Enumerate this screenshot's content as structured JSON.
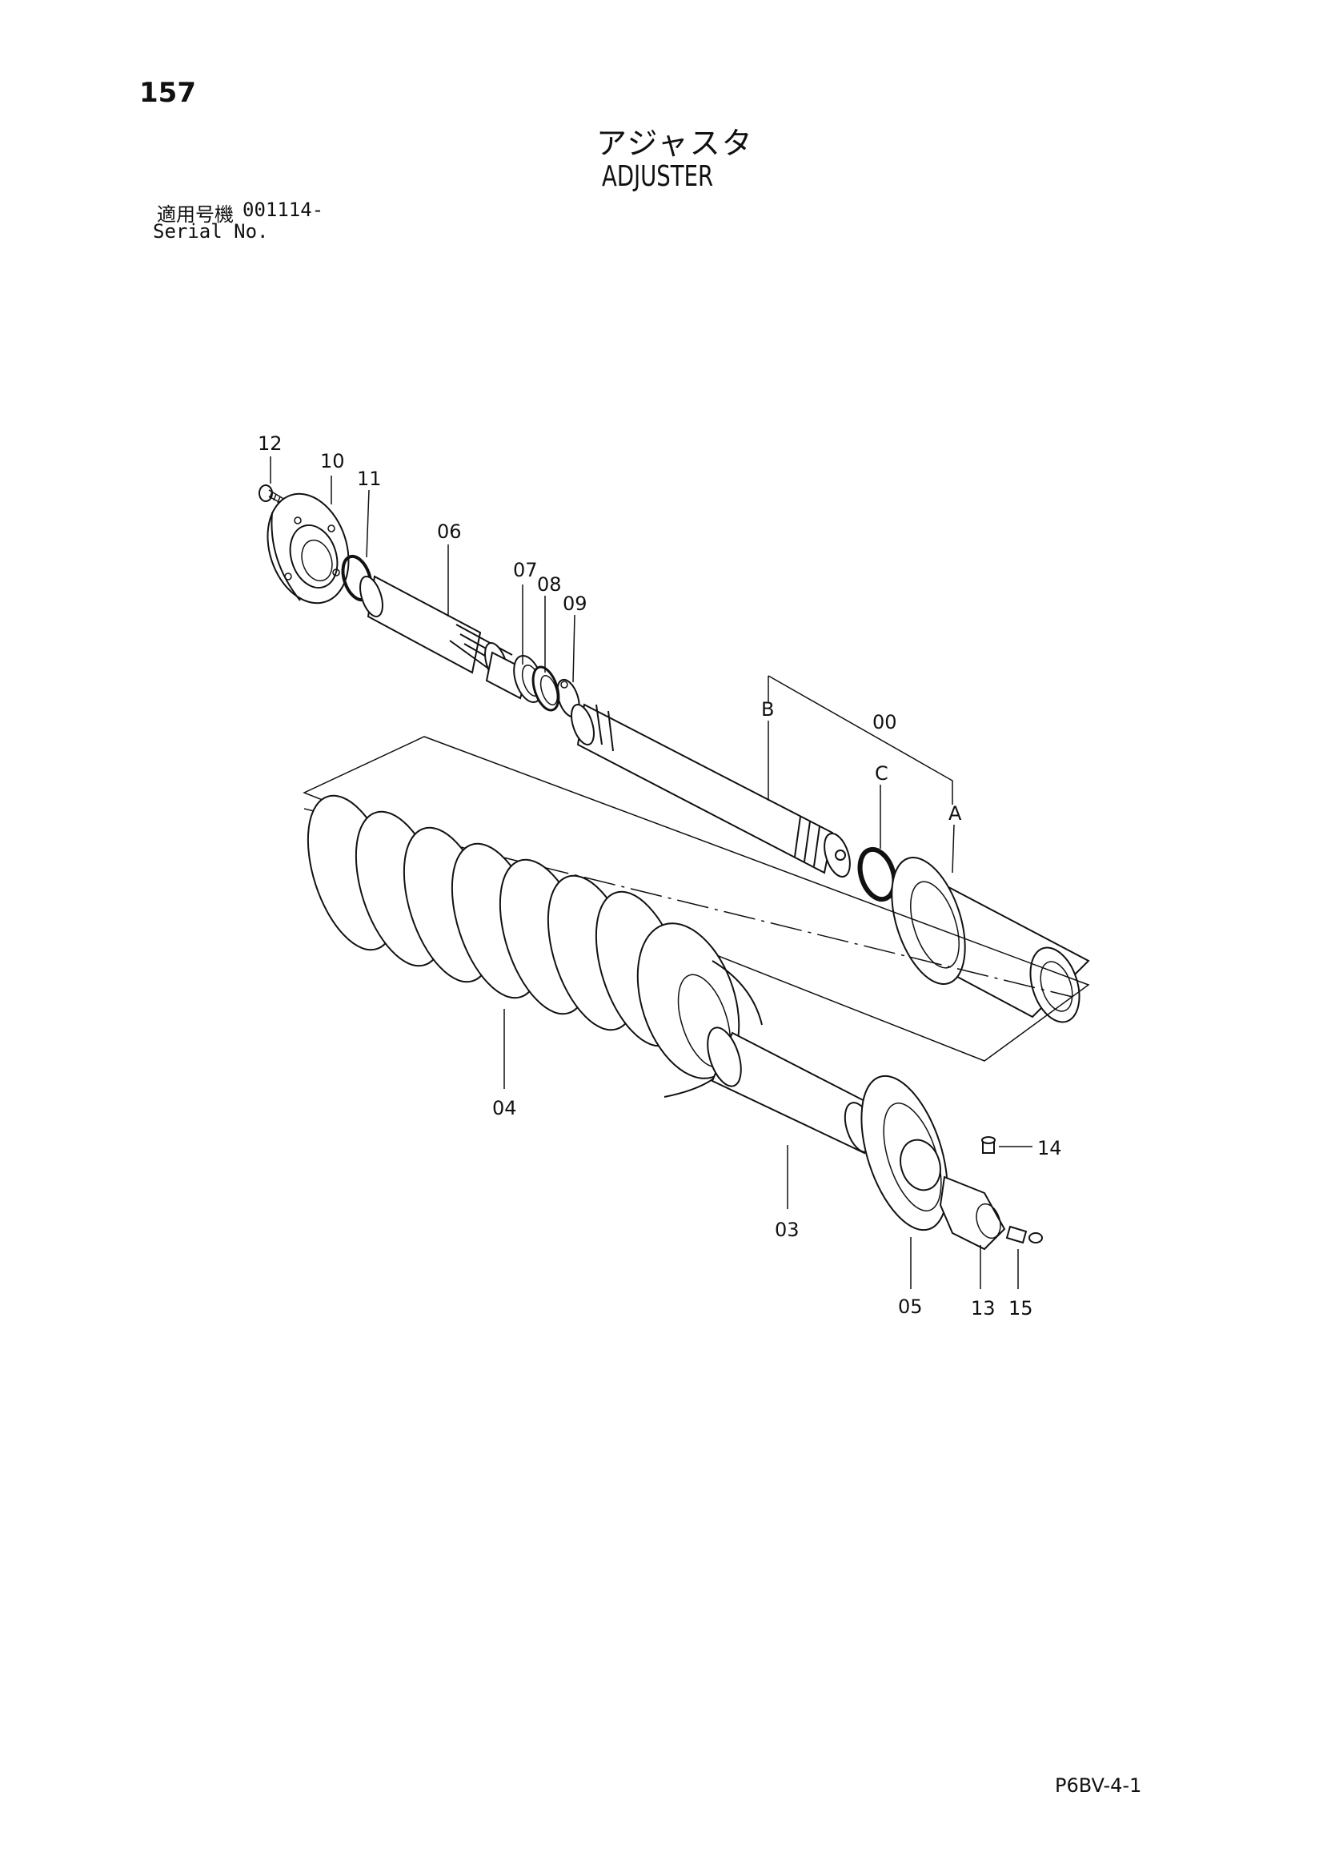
{
  "page": {
    "number": "157",
    "title_jp": "アジャスタ",
    "title_en": "ADJUSTER",
    "serial_label_jp": "適用号機",
    "serial_value": "001114-",
    "serial_label_en": "Serial No.",
    "code": "P6BV-4-1"
  },
  "callouts": {
    "c12": "12",
    "c10": "10",
    "c11": "11",
    "c06": "06",
    "c07": "07",
    "c08": "08",
    "c09": "09",
    "cB": "B",
    "c00": "00",
    "cC": "C",
    "cA": "A",
    "c04": "04",
    "c03": "03",
    "c05": "05",
    "c13": "13",
    "c14": "14",
    "c15": "15"
  }
}
